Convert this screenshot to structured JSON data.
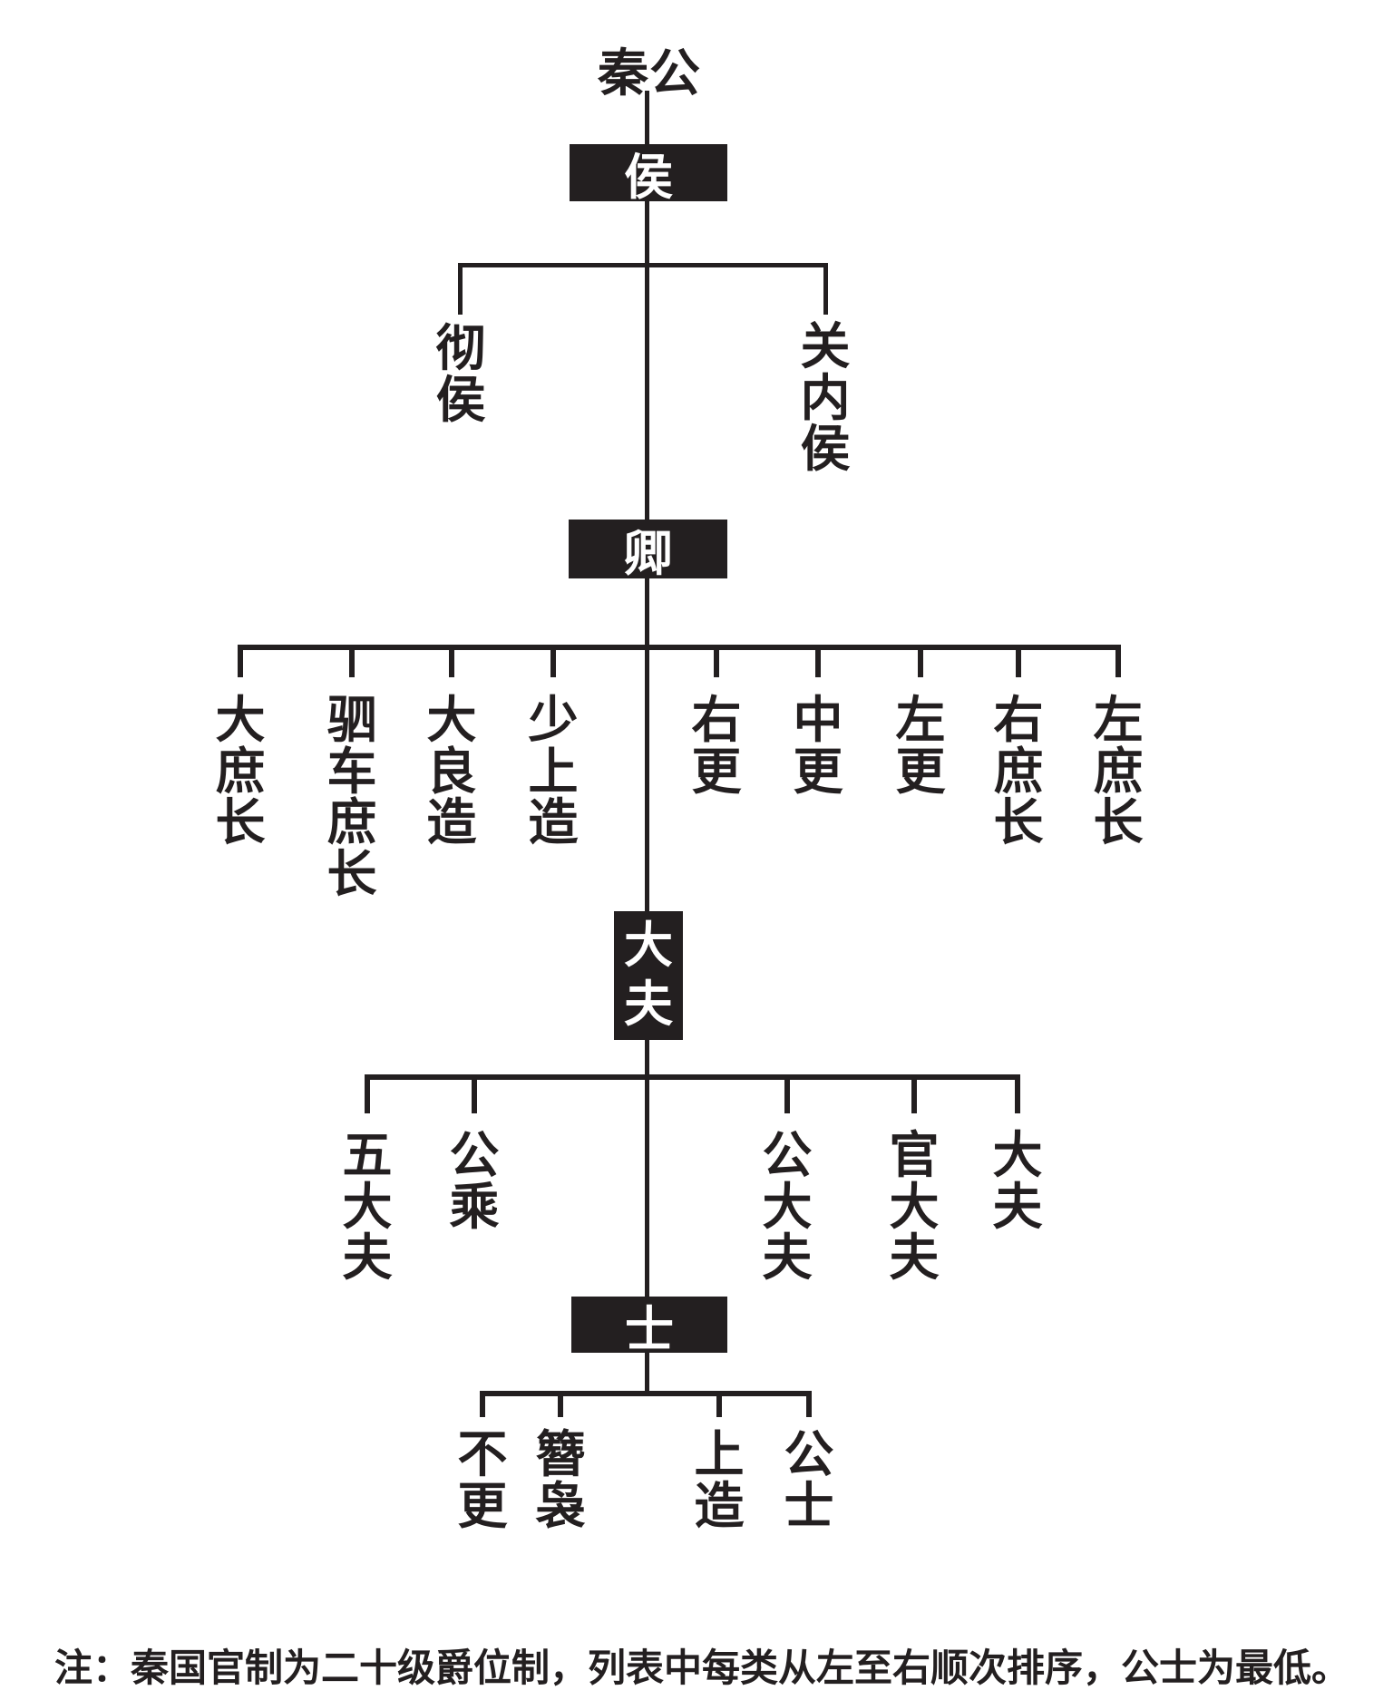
{
  "title": "秦公",
  "levels": [
    {
      "box": "侯",
      "children": [
        "彻侯",
        "关内侯"
      ]
    },
    {
      "box": "卿",
      "children": [
        "大庶长",
        "驷车庶长",
        "大良造",
        "少上造",
        "右更",
        "中更",
        "左更",
        "右庶长",
        "左庶长"
      ]
    },
    {
      "box": "大夫",
      "children": [
        "五大夫",
        "公乘",
        "公大夫",
        "官大夫",
        "大夫"
      ]
    },
    {
      "box": "士",
      "children": [
        "不更",
        "簪袅",
        "上造",
        "公士"
      ]
    }
  ],
  "note": "注：秦国官制为二十级爵位制，列表中每类从左至右顺次排序，公士为最低。",
  "colors": {
    "ink": "#231f20",
    "box_bg": "#231f20",
    "box_text": "#ffffff",
    "background": "#ffffff"
  }
}
